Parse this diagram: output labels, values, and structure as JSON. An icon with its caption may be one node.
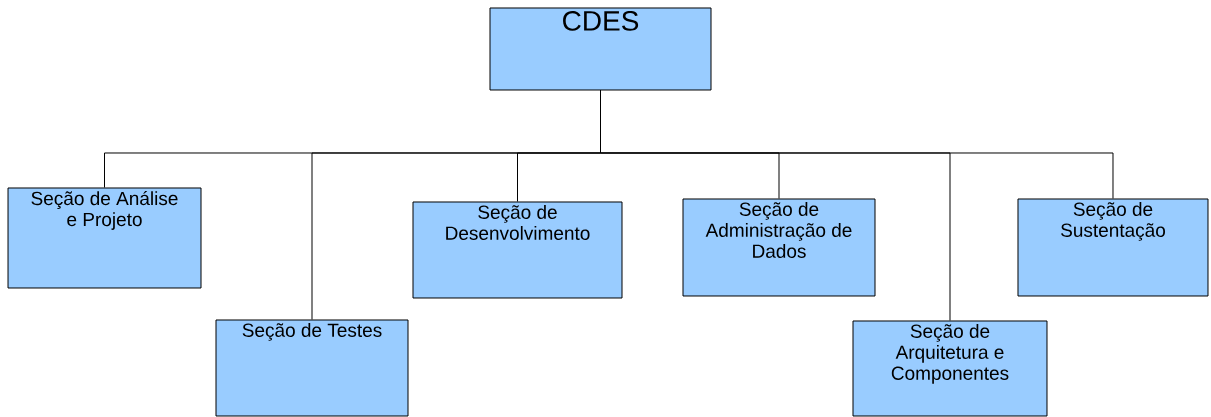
{
  "diagram": {
    "nodes": [
      {
        "text": [
          "CDES"
        ]
      },
      {
        "text": [
          "Seção de Análise e Projeto"
        ]
      },
      {
        "text": [
          "Seção de Testes"
        ]
      },
      {
        "text": [
          "Seção de Desenvolvimento"
        ]
      },
      {
        "text": [
          "Seção de Administração de Dados"
        ]
      },
      {
        "text": [
          "Seção de Sustentação"
        ]
      },
      {
        "text": [
          "Seção de Arquitetura e Componentes"
        ]
      }
    ],
    "edges": [
      {
        "from": 0,
        "to": 1,
        "arrow": "none"
      },
      {
        "from": 0,
        "to": 2,
        "arrow": "none"
      },
      {
        "from": 0,
        "to": 3,
        "arrow": "none"
      },
      {
        "from": 0,
        "to": 4,
        "arrow": "none"
      },
      {
        "from": 0,
        "to": 5,
        "arrow": "none"
      },
      {
        "from": 0,
        "to": 6,
        "arrow": "none"
      }
    ]
  }
}
